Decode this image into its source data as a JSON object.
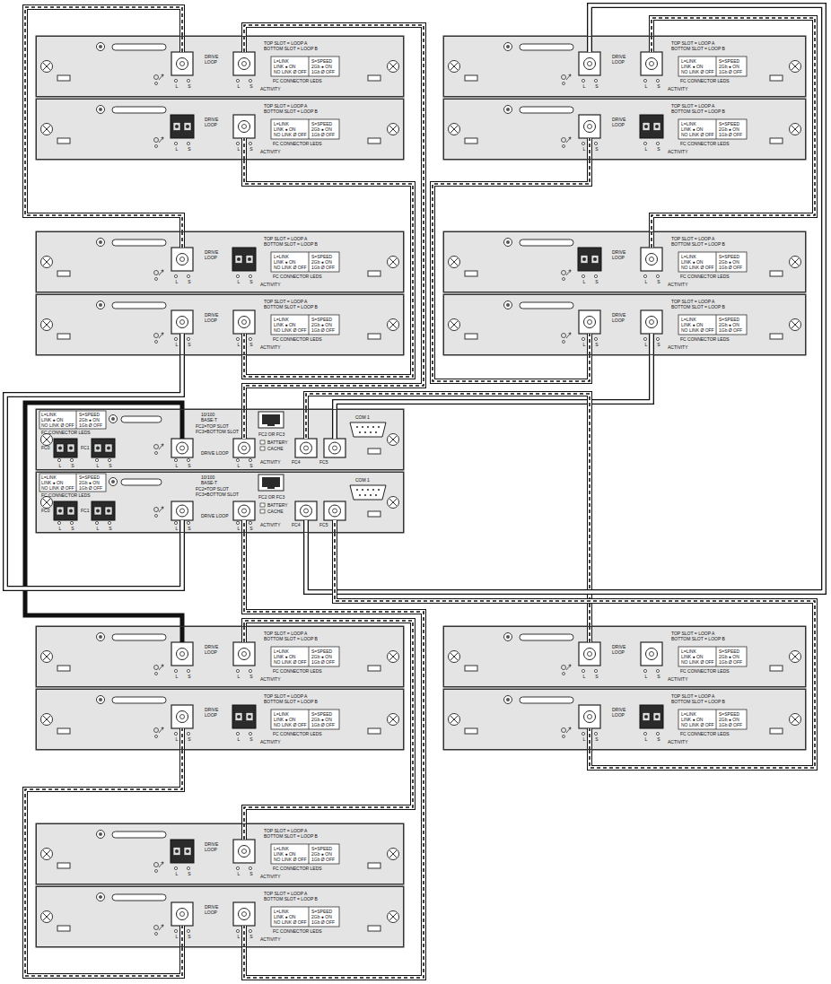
{
  "diagram": {
    "nodes": [
      {
        "text": [
          "TOP SLOT = LOOP A",
          "BOTTOM SLOT = LOOP B",
          "DRIVE LOOP",
          "L=LINK",
          "LINK ● ON",
          "NO LINK Ø OFF",
          "S=SPEED",
          "2Gb ● ON",
          "1Gb Ø OFF",
          "FC CONNECTOR LEDS",
          "ACTIVITY",
          "L",
          "S",
          "L",
          "S"
        ]
      },
      {
        "text": [
          "TOP SLOT = LOOP A",
          "BOTTOM SLOT = LOOP B",
          "DRIVE LOOP",
          "L=LINK",
          "LINK ● ON",
          "NO LINK Ø OFF",
          "S=SPEED",
          "2Gb ● ON",
          "1Gb Ø OFF",
          "FC CONNECTOR LEDS",
          "ACTIVITY",
          "L",
          "S",
          "L",
          "S"
        ]
      },
      {
        "text": [
          "TOP SLOT = LOOP A",
          "BOTTOM SLOT = LOOP B",
          "DRIVE LOOP",
          "L=LINK",
          "LINK ● ON",
          "NO LINK Ø OFF",
          "S=SPEED",
          "2Gb ● ON",
          "1Gb Ø OFF",
          "FC CONNECTOR LEDS",
          "ACTIVITY",
          "L",
          "S",
          "L",
          "S"
        ]
      },
      {
        "text": [
          "TOP SLOT = LOOP A",
          "BOTTOM SLOT = LOOP B",
          "DRIVE LOOP",
          "L=LINK",
          "LINK ● ON",
          "NO LINK Ø OFF",
          "S=SPEED",
          "2Gb ● ON",
          "1Gb Ø OFF",
          "FC CONNECTOR LEDS",
          "ACTIVITY",
          "L",
          "S",
          "L",
          "S"
        ]
      },
      {
        "text": [
          "TOP SLOT = LOOP A",
          "BOTTOM SLOT = LOOP B",
          "DRIVE LOOP",
          "L=LINK",
          "LINK ● ON",
          "NO LINK Ø OFF",
          "S=SPEED",
          "2Gb ● ON",
          "1Gb Ø OFF",
          "FC CONNECTOR LEDS",
          "ACTIVITY",
          "L",
          "S",
          "L",
          "S"
        ]
      },
      {
        "text": [
          "TOP SLOT = LOOP A",
          "BOTTOM SLOT = LOOP B",
          "DRIVE LOOP",
          "L=LINK",
          "LINK ● ON",
          "NO LINK Ø OFF",
          "S=SPEED",
          "2Gb ● ON",
          "1Gb Ø OFF",
          "FC CONNECTOR LEDS",
          "ACTIVITY",
          "L",
          "S",
          "L",
          "S"
        ]
      },
      {
        "text": [
          "TOP SLOT = LOOP A",
          "BOTTOM SLOT = LOOP B",
          "DRIVE LOOP",
          "L=LINK",
          "LINK ● ON",
          "NO LINK Ø OFF",
          "S=SPEED",
          "2Gb ● ON",
          "1Gb Ø OFF",
          "FC CONNECTOR LEDS",
          "ACTIVITY",
          "L",
          "S",
          "L",
          "S"
        ]
      },
      {
        "text": [
          "TOP SLOT = LOOP A",
          "BOTTOM SLOT = LOOP B",
          "DRIVE LOOP",
          "L=LINK",
          "LINK ● ON",
          "NO LINK Ø OFF",
          "S=SPEED",
          "2Gb ● ON",
          "1Gb Ø OFF",
          "FC CONNECTOR LEDS",
          "ACTIVITY",
          "L",
          "S",
          "L",
          "S"
        ]
      },
      {
        "text": [
          "L=LINK",
          "LINK ● ON",
          "NO LINK Ø OFF",
          "S=SPEED",
          "2Gb ● ON",
          "1Gb Ø OFF",
          "FC CONNECTOR LEDS",
          "FC0",
          "FC1",
          "L",
          "S",
          "L",
          "S",
          "FC2=TOP SLOT FC3=BOTTOM SLOT",
          "10/100 BASE-T",
          "COM 1",
          "FC2 OR FC3",
          "DRIVE LOOP",
          "BATTERY",
          "CACHE",
          "ACTIVITY",
          "FC4",
          "FC5",
          "L",
          "S",
          "L",
          "S"
        ]
      },
      {
        "text": [
          "L=LINK",
          "LINK ● ON",
          "NO LINK Ø OFF",
          "S=SPEED",
          "2Gb ● ON",
          "1Gb Ø OFF",
          "FC CONNECTOR LEDS",
          "FC0",
          "FC1",
          "L",
          "S",
          "L",
          "S",
          "FC2=TOP SLOT FC3=BOTTOM SLOT",
          "10/100 BASE-T",
          "COM 1",
          "FC2 OR FC3",
          "DRIVE LOOP",
          "BATTERY",
          "CACHE",
          "ACTIVITY",
          "FC4",
          "FC5",
          "L",
          "S",
          "L",
          "S"
        ]
      },
      {
        "text": [
          "TOP SLOT = LOOP A",
          "BOTTOM SLOT = LOOP B",
          "DRIVE LOOP",
          "L=LINK",
          "LINK ● ON",
          "NO LINK Ø OFF",
          "S=SPEED",
          "2Gb ● ON",
          "1Gb Ø OFF",
          "FC CONNECTOR LEDS",
          "ACTIVITY",
          "L",
          "S",
          "L",
          "S"
        ]
      },
      {
        "text": [
          "TOP SLOT = LOOP A",
          "BOTTOM SLOT = LOOP B",
          "DRIVE LOOP",
          "L=LINK",
          "LINK ● ON",
          "NO LINK Ø OFF",
          "S=SPEED",
          "2Gb ● ON",
          "1Gb Ø OFF",
          "FC CONNECTOR LEDS",
          "ACTIVITY",
          "L",
          "S",
          "L",
          "S"
        ]
      },
      {
        "text": [
          "TOP SLOT = LOOP A",
          "BOTTOM SLOT = LOOP B",
          "DRIVE LOOP",
          "L=LINK",
          "LINK ● ON",
          "NO LINK Ø OFF",
          "S=SPEED",
          "2Gb ● ON",
          "1Gb Ø OFF",
          "FC CONNECTOR LEDS",
          "ACTIVITY",
          "L",
          "S",
          "L",
          "S"
        ]
      },
      {
        "text": [
          "TOP SLOT = LOOP A",
          "BOTTOM SLOT = LOOP B",
          "DRIVE LOOP",
          "L=LINK",
          "LINK ● ON",
          "NO LINK Ø OFF",
          "S=SPEED",
          "2Gb ● ON",
          "1Gb Ø OFF",
          "FC CONNECTOR LEDS",
          "ACTIVITY",
          "L",
          "S",
          "L",
          "S"
        ]
      },
      {
        "text": [
          "TOP SLOT = LOOP A",
          "BOTTOM SLOT = LOOP B",
          "DRIVE LOOP",
          "L=LINK",
          "LINK ● ON",
          "NO LINK Ø OFF",
          "S=SPEED",
          "2Gb ● ON",
          "1Gb Ø OFF",
          "FC CONNECTOR LEDS",
          "ACTIVITY",
          "L",
          "S",
          "L",
          "S"
        ]
      },
      {
        "text": [
          "TOP SLOT = LOOP A",
          "BOTTOM SLOT = LOOP B",
          "DRIVE LOOP",
          "L=LINK",
          "LINK ● ON",
          "NO LINK Ø OFF",
          "S=SPEED",
          "2Gb ● ON",
          "1Gb Ø OFF",
          "FC CONNECTOR LEDS",
          "ACTIVITY",
          "L",
          "S",
          "L",
          "S"
        ]
      }
    ],
    "edges": [
      {
        "from": 8,
        "to": 10,
        "arrow": "none"
      },
      {
        "from": 5,
        "to": 9,
        "arrow": "none"
      },
      {
        "from": 8,
        "to": 7,
        "arrow": "none"
      },
      {
        "from": 8,
        "to": 12,
        "arrow": "none"
      },
      {
        "from": 8,
        "to": 0,
        "arrow": "none"
      },
      {
        "from": 9,
        "to": 15,
        "arrow": "none"
      },
      {
        "from": 1,
        "to": 5,
        "arrow": "none"
      },
      {
        "from": 0,
        "to": 4,
        "arrow": "none"
      },
      {
        "from": 3,
        "to": 7,
        "arrow": "none"
      },
      {
        "from": 10,
        "to": 14,
        "arrow": "none"
      },
      {
        "from": 11,
        "to": 15,
        "arrow": "none"
      },
      {
        "from": 9,
        "to": 2,
        "arrow": "none"
      },
      {
        "from": 9,
        "to": 13,
        "arrow": "none"
      },
      {
        "from": 2,
        "to": 6,
        "arrow": "none"
      }
    ]
  }
}
